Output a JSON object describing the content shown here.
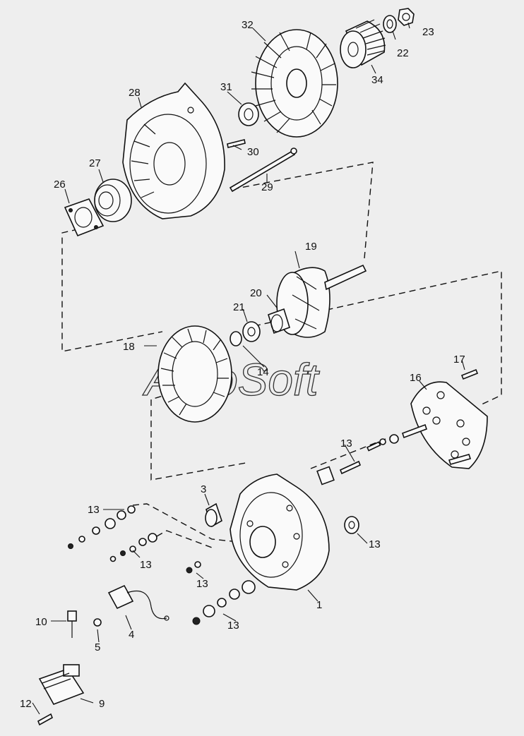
{
  "watermark": "AutoSoft",
  "parts": [
    {
      "id": "p1",
      "number": "1"
    },
    {
      "id": "p3",
      "number": "3"
    },
    {
      "id": "p4",
      "number": "4"
    },
    {
      "id": "p5",
      "number": "5"
    },
    {
      "id": "p9",
      "number": "9"
    },
    {
      "id": "p10",
      "number": "10"
    },
    {
      "id": "p12",
      "number": "12"
    },
    {
      "id": "p13a",
      "number": "13"
    },
    {
      "id": "p13b",
      "number": "13"
    },
    {
      "id": "p13c",
      "number": "13"
    },
    {
      "id": "p13d",
      "number": "13"
    },
    {
      "id": "p13e",
      "number": "13"
    },
    {
      "id": "p13f",
      "number": "13"
    },
    {
      "id": "p14",
      "number": "14"
    },
    {
      "id": "p16",
      "number": "16"
    },
    {
      "id": "p17",
      "number": "17"
    },
    {
      "id": "p18",
      "number": "18"
    },
    {
      "id": "p19",
      "number": "19"
    },
    {
      "id": "p20",
      "number": "20"
    },
    {
      "id": "p21",
      "number": "21"
    },
    {
      "id": "p22",
      "number": "22"
    },
    {
      "id": "p23",
      "number": "23"
    },
    {
      "id": "p26",
      "number": "26"
    },
    {
      "id": "p27",
      "number": "27"
    },
    {
      "id": "p28",
      "number": "28"
    },
    {
      "id": "p29",
      "number": "29"
    },
    {
      "id": "p30",
      "number": "30"
    },
    {
      "id": "p31",
      "number": "31"
    },
    {
      "id": "p32",
      "number": "32"
    },
    {
      "id": "p34",
      "number": "34"
    }
  ]
}
